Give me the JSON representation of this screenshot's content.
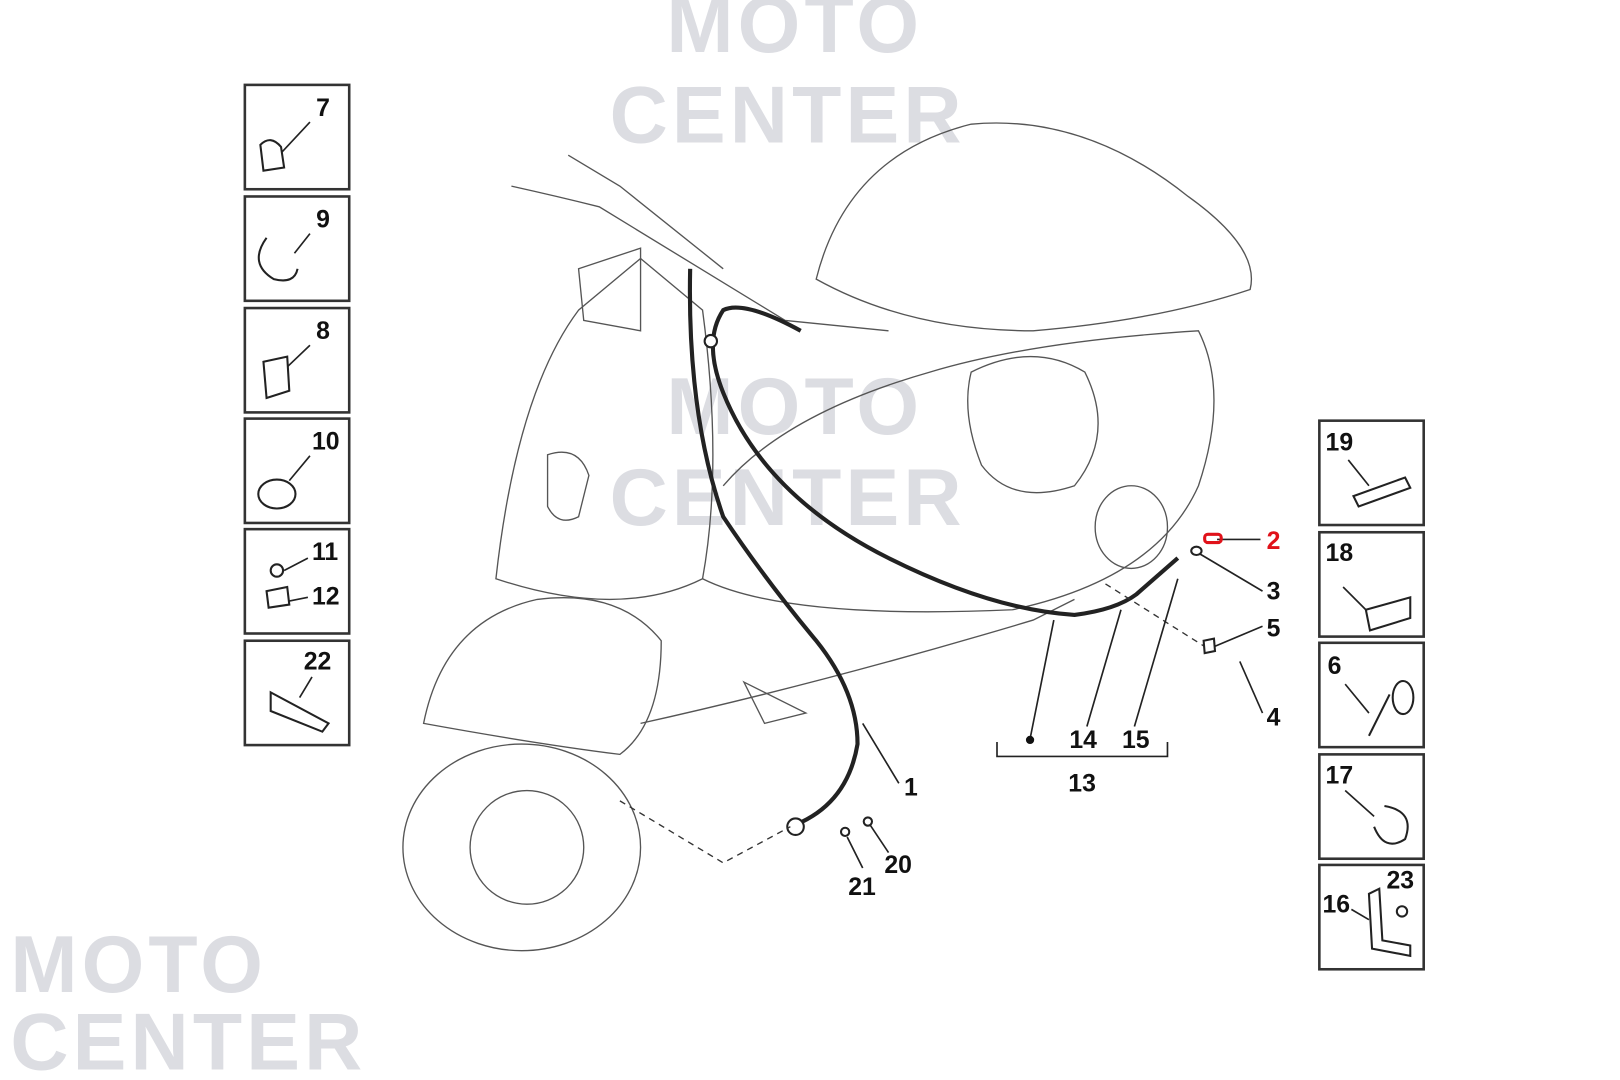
{
  "watermark": {
    "line1": "MOTO",
    "line2": "CENTER"
  },
  "highlight_color": "#e0121a",
  "left_boxes": [
    {
      "label": "7"
    },
    {
      "label": "9"
    },
    {
      "label": "8"
    },
    {
      "label": "10"
    },
    {
      "label": "11",
      "label2": "12"
    },
    {
      "label": "22"
    }
  ],
  "right_boxes": [
    {
      "label": "19"
    },
    {
      "label": "18"
    },
    {
      "label": "6"
    },
    {
      "label": "17"
    },
    {
      "label": "16",
      "label2": "23"
    }
  ],
  "callouts": {
    "c1": "1",
    "c2": "2",
    "c3": "3",
    "c4": "4",
    "c5": "5",
    "c13": "13",
    "c14": "14",
    "c15": "15",
    "c20": "20",
    "c21": "21"
  }
}
